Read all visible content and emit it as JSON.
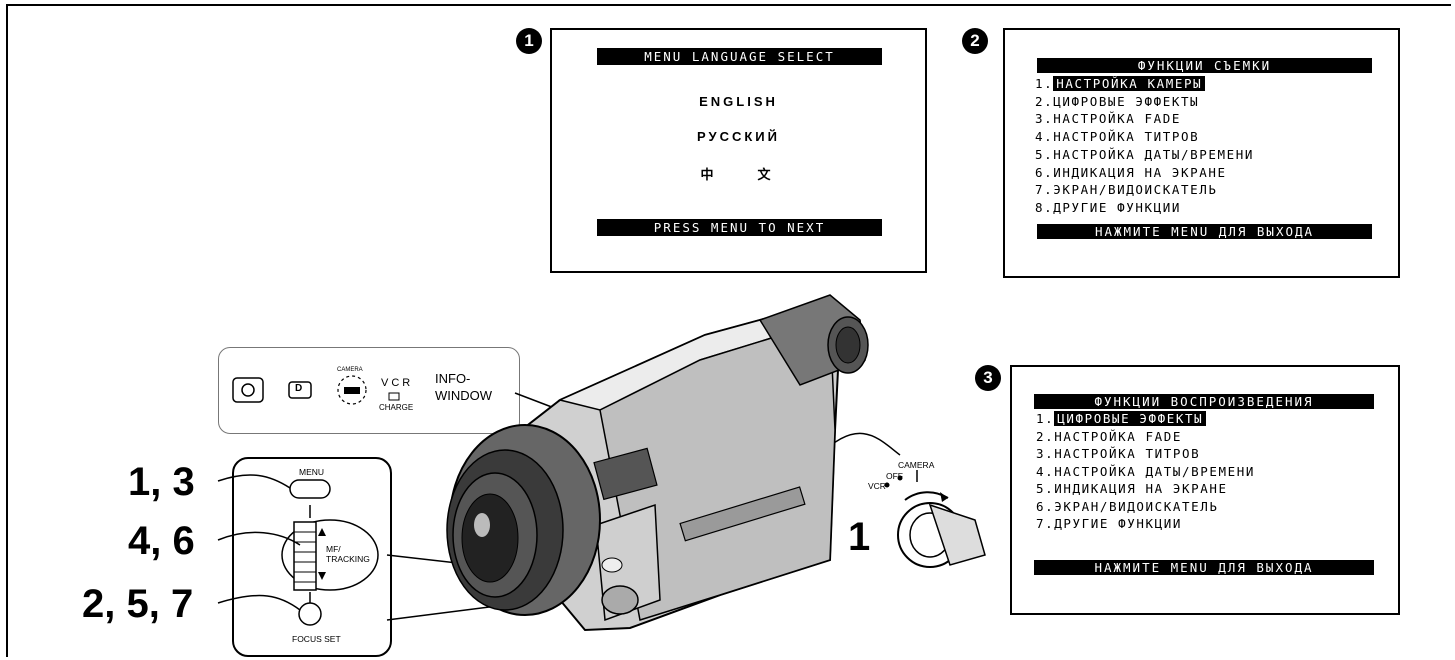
{
  "steps": [
    "1",
    "2",
    "3"
  ],
  "screen1": {
    "header": "MENU LANGUAGE SELECT",
    "languages": [
      "ENGLISH",
      "РУССКИЙ",
      "中　　文"
    ],
    "footer": "PRESS MENU TO NEXT"
  },
  "screen2": {
    "header": "ФУНКЦИИ СЪЕМКИ",
    "items": [
      {
        "num": "1.",
        "label": "НАСТРОЙКА КАМЕРЫ"
      },
      {
        "num": "2.",
        "label": "ЦИФРОВЫЕ ЭФФЕКТЫ"
      },
      {
        "num": "3.",
        "label": "НАСТРОЙКА FADE"
      },
      {
        "num": "4.",
        "label": "НАСТРОЙКА ТИТРОВ"
      },
      {
        "num": "5.",
        "label": "НАСТРОЙКА ДАТЫ/ВРЕМЕНИ"
      },
      {
        "num": "6.",
        "label": "ИНДИКАЦИЯ НА ЭКРАНЕ"
      },
      {
        "num": "7.",
        "label": "ЭКРАН/ВИДОИСКАТЕЛЬ"
      },
      {
        "num": "8.",
        "label": "ДРУГИЕ ФУНКЦИИ"
      }
    ],
    "footer": "НАЖМИТЕ MENU ДЛЯ ВЫХОДА"
  },
  "screen3": {
    "header": "ФУНКЦИИ ВОСПРОИЗВЕДЕНИЯ",
    "items": [
      {
        "num": "1.",
        "label": "ЦИФРОВЫЕ ЭФФЕКТЫ"
      },
      {
        "num": "2.",
        "label": "НАСТРОЙКА FADE"
      },
      {
        "num": "3.",
        "label": "НАСТРОЙКА ТИТРОВ"
      },
      {
        "num": "4.",
        "label": "НАСТРОЙКА ДАТЫ/ВРЕМЕНИ"
      },
      {
        "num": "5.",
        "label": "ИНДИКАЦИЯ НА ЭКРАНЕ"
      },
      {
        "num": "6.",
        "label": "ЭКРАН/ВИДОИСКАТЕЛЬ"
      },
      {
        "num": "7.",
        "label": "ДРУГИЕ ФУНКЦИИ"
      }
    ],
    "footer": "НАЖМИТЕ MENU ДЛЯ ВЫХОДА"
  },
  "callouts": {
    "menu": "1, 3",
    "mf_tracking": "4, 6",
    "focus_set": "2, 5, 7",
    "dial": "1"
  },
  "info_panel": {
    "vcr": "VCR",
    "charge": "CHARGE",
    "camera": "CAMERA",
    "info_window": "INFO-\nWINDOW",
    "d_icon": "D"
  },
  "controls": {
    "menu": "MENU",
    "mf_tracking": "MF/\nTRACKING",
    "focus_set": "FOCUS SET"
  },
  "dial_labels": {
    "camera": "CAMERA",
    "off": "OFF",
    "vcr": "VCR"
  }
}
